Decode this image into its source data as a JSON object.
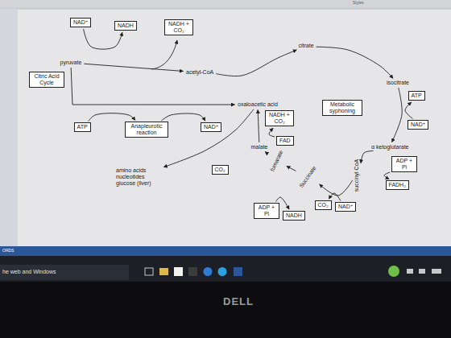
{
  "diagram": {
    "nodes": [
      {
        "text": [
          "NAD⁺"
        ]
      },
      {
        "text": [
          "NADH"
        ]
      },
      {
        "text": [
          "NADH + CO₂"
        ]
      },
      {
        "text": [
          "citrate"
        ]
      },
      {
        "text": [
          "pyruvate"
        ]
      },
      {
        "text": [
          "acetyl-CoA"
        ]
      },
      {
        "text": [
          "Citric Acid Cycle"
        ]
      },
      {
        "text": [
          "isocitrate"
        ]
      },
      {
        "text": [
          "ATP"
        ]
      },
      {
        "text": [
          "Metabolic syphoning"
        ]
      },
      {
        "text": [
          "oxaloacetic acid"
        ]
      },
      {
        "text": [
          "NADH + CO₂"
        ]
      },
      {
        "text": [
          "ATP"
        ]
      },
      {
        "text": [
          "Anapleurotic reaction"
        ]
      },
      {
        "text": [
          "NAD⁺"
        ]
      },
      {
        "text": [
          "NAD⁺"
        ]
      },
      {
        "text": [
          "FAD"
        ]
      },
      {
        "text": [
          "malate"
        ]
      },
      {
        "text": [
          "α ketoglutarate"
        ]
      },
      {
        "text": [
          "ADP + Pi"
        ]
      },
      {
        "text": [
          "fumarate"
        ]
      },
      {
        "text": [
          "amino acids nucleotides glucose (liver)"
        ]
      },
      {
        "text": [
          "CO₂"
        ]
      },
      {
        "text": [
          "succinyl CoA"
        ]
      },
      {
        "text": [
          "Succinate"
        ]
      },
      {
        "text": [
          "FADH₂"
        ]
      },
      {
        "text": [
          "CO₂"
        ]
      },
      {
        "text": [
          "NAD⁺"
        ]
      },
      {
        "text": [
          "ADP + Pi"
        ]
      },
      {
        "text": [
          "NADH"
        ]
      }
    ],
    "edges": [
      {
        "from": 4,
        "to": 5,
        "arrow": "to"
      },
      {
        "from": 5,
        "to": 3,
        "arrow": "to"
      },
      {
        "from": 3,
        "to": 7,
        "arrow": "to"
      },
      {
        "from": 7,
        "to": 18,
        "arrow": "to"
      },
      {
        "from": 18,
        "to": 23,
        "arrow": "to"
      },
      {
        "from": 23,
        "to": 24,
        "arrow": "to"
      },
      {
        "from": 24,
        "to": 20,
        "arrow": "to"
      },
      {
        "from": 20,
        "to": 17,
        "arrow": "to"
      },
      {
        "from": 17,
        "to": 10,
        "arrow": "to"
      },
      {
        "from": 4,
        "to": 10,
        "arrow": "to"
      },
      {
        "from": 10,
        "to": 21,
        "arrow": "to"
      },
      {
        "from": 0,
        "to": 1,
        "arrow": "to"
      },
      {
        "from": 15,
        "to": 8,
        "arrow": "to"
      },
      {
        "from": 12,
        "to": 13,
        "arrow": "to"
      },
      {
        "from": 13,
        "to": 14,
        "arrow": "to"
      },
      {
        "from": 16,
        "to": 11,
        "arrow": "to"
      },
      {
        "from": 19,
        "to": 25,
        "arrow": "to"
      },
      {
        "from": 27,
        "to": 26,
        "arrow": "to"
      },
      {
        "from": 28,
        "to": 29,
        "arrow": "to"
      }
    ],
    "labels": [
      "Styles",
      "ORDS",
      "he web and Windows",
      "DELL"
    ]
  }
}
